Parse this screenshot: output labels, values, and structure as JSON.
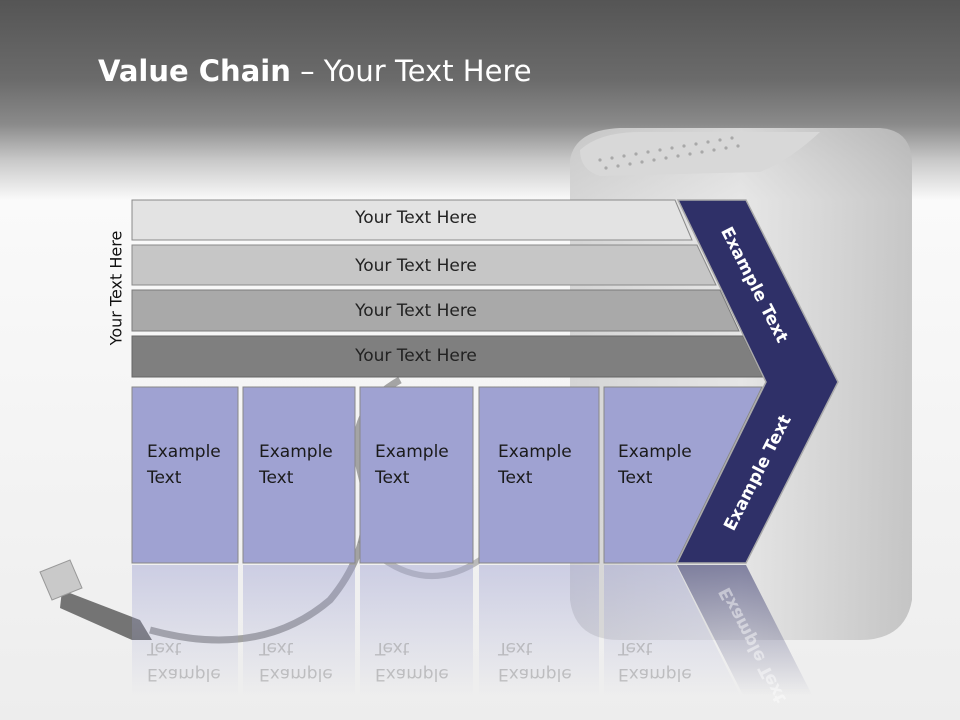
{
  "slide": {
    "title_bold": "Value Chain",
    "title_rest": " – Your Text Here"
  },
  "side_label": "Your Text Here",
  "rows": [
    {
      "label": "Your Text Here",
      "fill": "#e3e3e3"
    },
    {
      "label": "Your Text Here",
      "fill": "#c6c6c6"
    },
    {
      "label": "Your Text Here",
      "fill": "#a9a9a9"
    },
    {
      "label": "Your Text Here",
      "fill": "#7f7f7f"
    }
  ],
  "columns": [
    {
      "line1": "Example",
      "line2": "Text"
    },
    {
      "line1": "Example",
      "line2": "Text"
    },
    {
      "line1": "Example",
      "line2": "Text"
    },
    {
      "line1": "Example",
      "line2": "Text"
    },
    {
      "line1": "Example",
      "line2": "Text"
    }
  ],
  "chevron": {
    "upper_text": "Example Text",
    "lower_text": "Example Text",
    "color": "#2f3068"
  },
  "colors": {
    "column_fill": "#9fa2d2",
    "header_dark": "#5a5a5a"
  }
}
